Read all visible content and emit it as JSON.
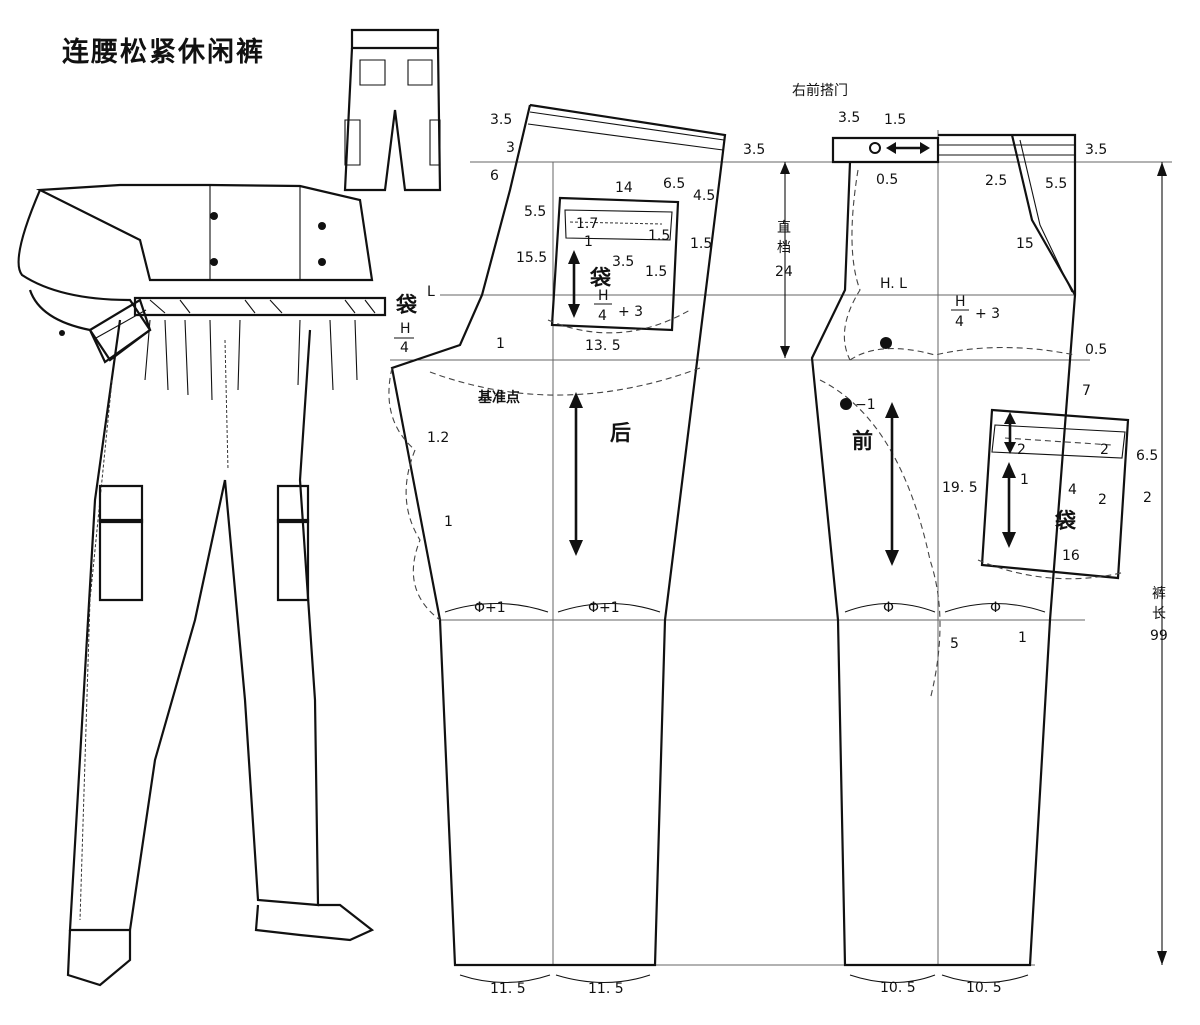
{
  "title": "连腰松紧休闲裤",
  "labels": {
    "right_front_overlap": "右前搭门",
    "base_point": "基准点",
    "back": "后",
    "front": "前",
    "pocket_back": "袋",
    "pocket_front": "袋",
    "pocket_side": "袋",
    "crotch_depth": "直\n档",
    "crotch_depth_value": "24",
    "hip_line": "H. L",
    "trousers_length": "裤\n长",
    "trousers_length_value": "99",
    "H_over_4": "H",
    "H_over_4_den": "4",
    "plus3": "+ 3",
    "L_mark": "L",
    "phi_plus_1": "Φ+1",
    "phi": "Φ"
  },
  "back_numbers": {
    "n3_5_a": "3.5",
    "n3": "3",
    "n6": "6",
    "n3_5_b": "3.5",
    "n14": "14",
    "n6_5": "6.5",
    "n4_5": "4.5",
    "n5_5": "5.5",
    "n1_7": "1.7",
    "n1_5_a": "1.5",
    "n1_5_b": "1.5",
    "n1_5_c": "1.5",
    "n15_5": "15.5",
    "n3_5_c": "3.5",
    "n1_a": "1",
    "n13_5": "13. 5",
    "n1_b": "1",
    "n1_2": "1.2",
    "n1_c": "1",
    "hem_left": "11. 5",
    "hem_right": "11. 5"
  },
  "front_numbers": {
    "n3_5_a": "3.5",
    "n1_5": "1.5",
    "n0_5_a": "0.5",
    "n3_5_b": "3.5",
    "n2_5": "2.5",
    "n5_5": "5.5",
    "n15": "15",
    "n0_5_b": "0.5",
    "minus1": "−1",
    "n7": "7",
    "n2_a": "2",
    "n2_b": "2",
    "n1": "1",
    "n4": "4",
    "n6_5": "6.5",
    "n2_c": "2",
    "n2_d": "2",
    "n19_5": "19. 5",
    "n16": "16",
    "n5": "5",
    "n1_b": "1",
    "hem_left": "10. 5",
    "hem_right": "10. 5"
  }
}
